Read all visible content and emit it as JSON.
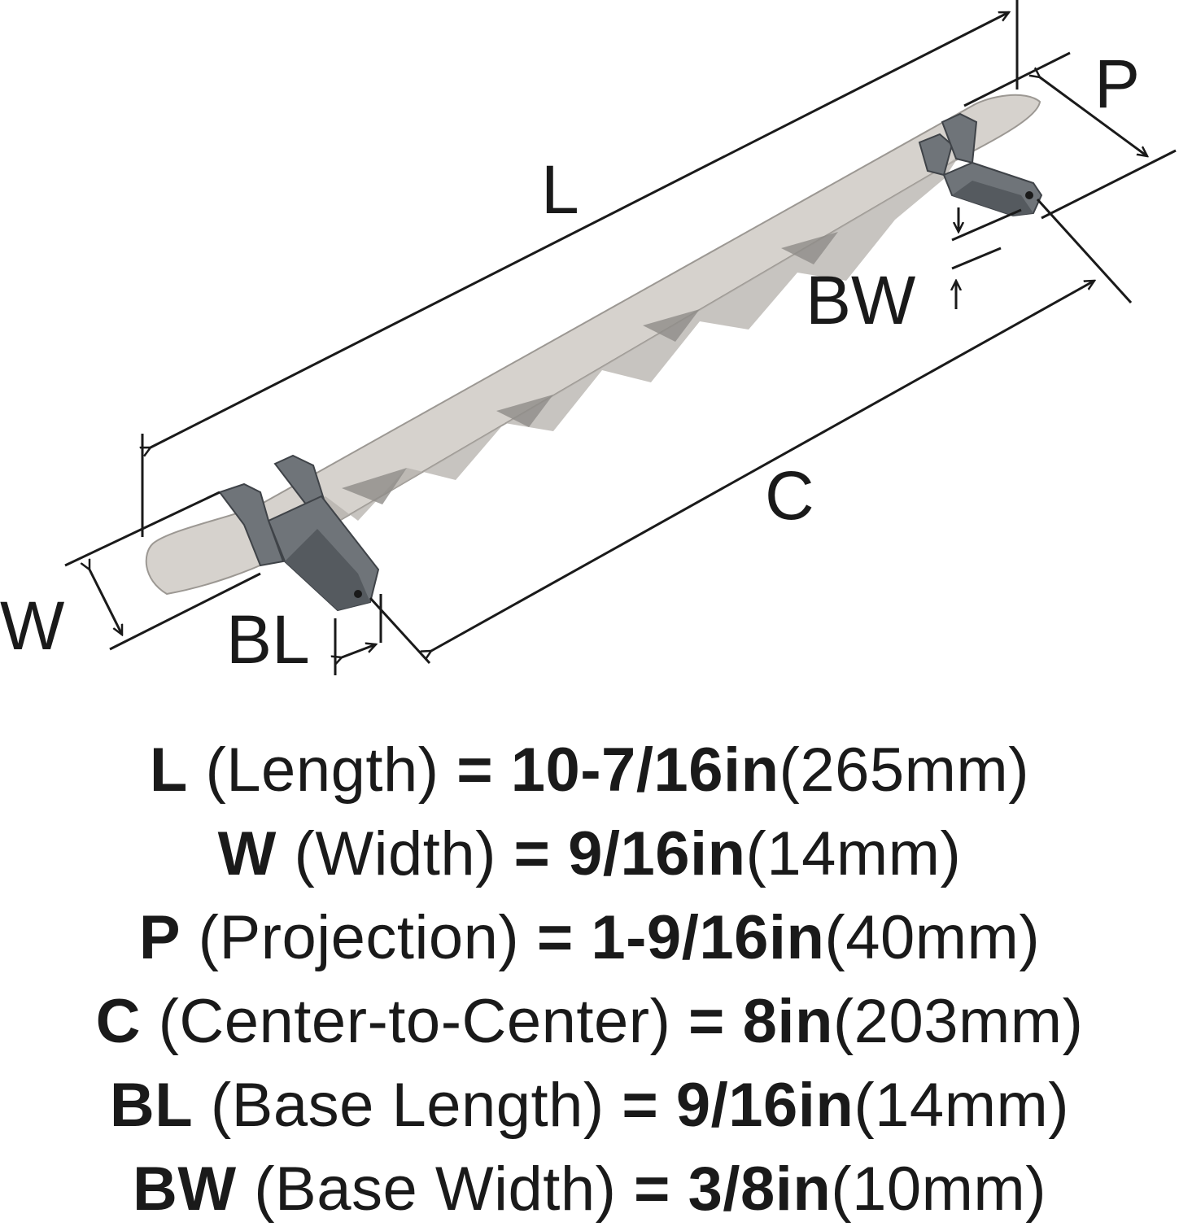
{
  "diagram": {
    "labels": {
      "L": "L",
      "P": "P",
      "BW": "BW",
      "C": "C",
      "W": "W",
      "BL": "BL"
    },
    "colors": {
      "line": "#1a1a1a",
      "handle_light": "#d8d4cf",
      "handle_mid": "#b9b5b0",
      "handle_dark": "#8e8b88",
      "base": "#6f7479",
      "base_dark": "#555a5f"
    }
  },
  "specs": [
    {
      "key": "L",
      "desc": "(Length)",
      "eq": "=",
      "imperial": "10-7/16in",
      "metric": "(265mm)"
    },
    {
      "key": "W",
      "desc": "(Width)",
      "eq": "=",
      "imperial": "9/16in",
      "metric": "(14mm)"
    },
    {
      "key": "P",
      "desc": "(Projection)",
      "eq": "=",
      "imperial": "1-9/16in",
      "metric": "(40mm)"
    },
    {
      "key": "C",
      "desc": "(Center-to-Center)",
      "eq": "=",
      "imperial": "8in",
      "metric": "(203mm)"
    },
    {
      "key": "BL",
      "desc": "(Base Length)",
      "eq": "=",
      "imperial": "9/16in",
      "metric": "(14mm)"
    },
    {
      "key": "BW",
      "desc": "(Base Width)",
      "eq": "=",
      "imperial": "3/8in",
      "metric": "(10mm)"
    }
  ]
}
